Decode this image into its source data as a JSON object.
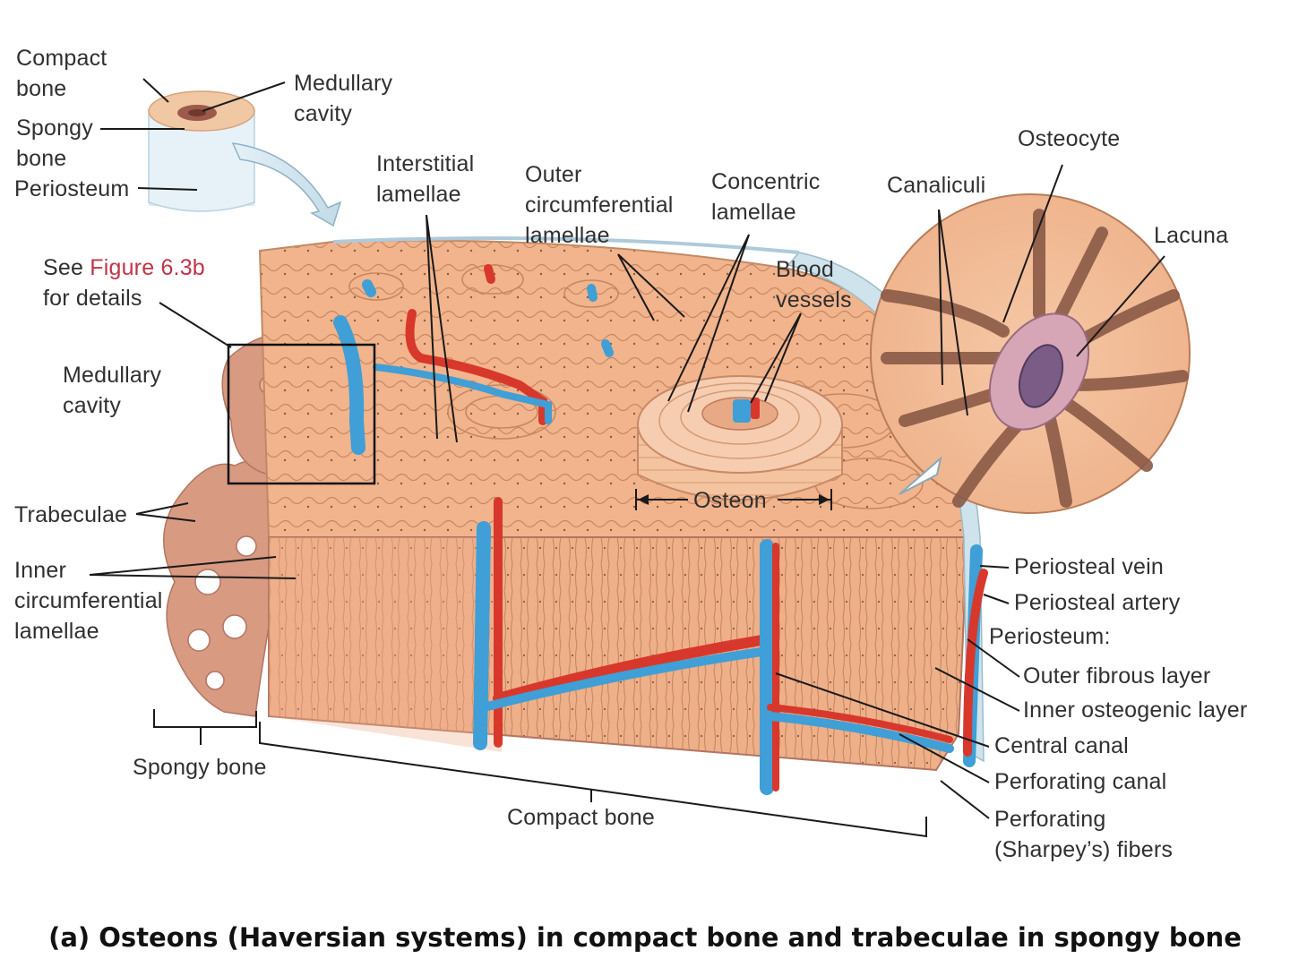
{
  "labels": {
    "compact_bone_top": "Compact\nbone",
    "medullary_cavity_top": "Medullary\ncavity",
    "spongy_bone_top": "Spongy\nbone",
    "periosteum_top": "Periosteum",
    "see_figure_prefix": "See ",
    "see_figure_ref": "Figure 6.3b",
    "see_figure_suffix": "\nfor details",
    "medullary_cavity": "Medullary\ncavity",
    "interstitial_lamellae": "Interstitial\nlamellae",
    "outer_circumferential_lamellae": "Outer\ncircumferential\nlamellae",
    "concentric_lamellae": "Concentric\nlamellae",
    "blood_vessels": "Blood\nvessels",
    "osteocyte": "Osteocyte",
    "canaliculi": "Canaliculi",
    "lacuna": "Lacuna",
    "trabeculae": "Trabeculae",
    "inner_circumferential_lamellae": "Inner\ncircumferential\nlamellae",
    "osteon": "Osteon",
    "periosteal_vein": "Periosteal vein",
    "periosteal_artery": "Periosteal artery",
    "periosteum": "Periosteum:",
    "outer_fibrous_layer": "Outer fibrous layer",
    "inner_osteogenic_layer": "Inner osteogenic layer",
    "central_canal": "Central canal",
    "perforating_canal": "Perforating canal",
    "perforating_fibers": "Perforating\n(Sharpey’s) fibers",
    "spongy_bone": "Spongy bone",
    "compact_bone": "Compact bone"
  },
  "caption": "(a) Osteons (Haversian systems) in compact bone and trabeculae in spongy bone",
  "colors": {
    "bone": "#f1b48c",
    "bone_dark": "#d88e66",
    "bone_line": "#b9764f",
    "artery": "#d8382c",
    "vein": "#3f9fd6",
    "periosteum": "#cfe3ec",
    "osteocyte_fill": "#d7a6b6",
    "nucleus": "#7a5c86",
    "leader": "#1a1a1a"
  }
}
